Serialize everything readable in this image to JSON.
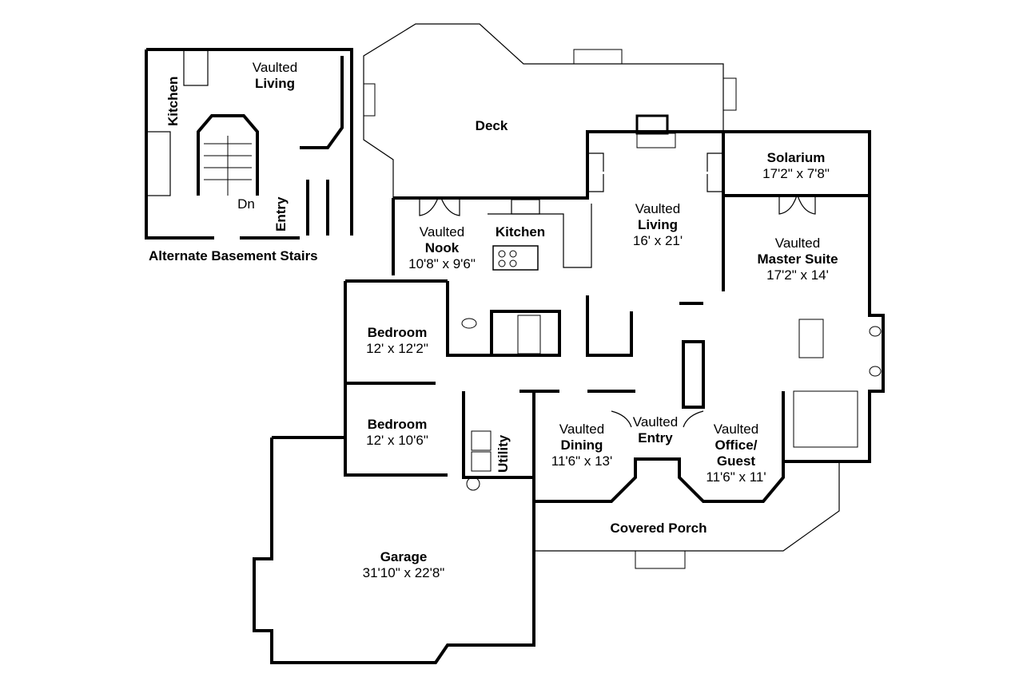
{
  "plan": {
    "rooms": {
      "deck": {
        "name": "Deck"
      },
      "solarium": {
        "name": "Solarium",
        "dims": "17'2\" x 7'8\""
      },
      "living": {
        "prefix": "Vaulted",
        "name": "Living",
        "dims": "16' x 21'"
      },
      "master": {
        "prefix": "Vaulted",
        "name": "Master Suite",
        "dims": "17'2\" x 14'"
      },
      "nook": {
        "prefix": "Vaulted",
        "name": "Nook",
        "dims": "10'8\" x 9'6\""
      },
      "kitchen": {
        "name": "Kitchen"
      },
      "bedroom1": {
        "name": "Bedroom",
        "dims": "12' x 12'2\""
      },
      "bedroom2": {
        "name": "Bedroom",
        "dims": "12' x 10'6\""
      },
      "utility": {
        "name": "Utility"
      },
      "dining": {
        "prefix": "Vaulted",
        "name": "Dining",
        "dims": "11'6\" x 13'"
      },
      "entry": {
        "prefix": "Vaulted",
        "name": "Entry"
      },
      "office": {
        "prefix": "Vaulted",
        "name1": "Office/",
        "name2": "Guest",
        "dims": "11'6\" x 11'"
      },
      "porch": {
        "name": "Covered Porch"
      },
      "garage": {
        "name": "Garage",
        "dims": "31'10\" x 22'8\""
      }
    },
    "inset": {
      "caption": "Alternate Basement Stairs",
      "living_prefix": "Vaulted",
      "living_name": "Living",
      "kitchen": "Kitchen",
      "entry": "Entry",
      "down": "Dn"
    }
  }
}
